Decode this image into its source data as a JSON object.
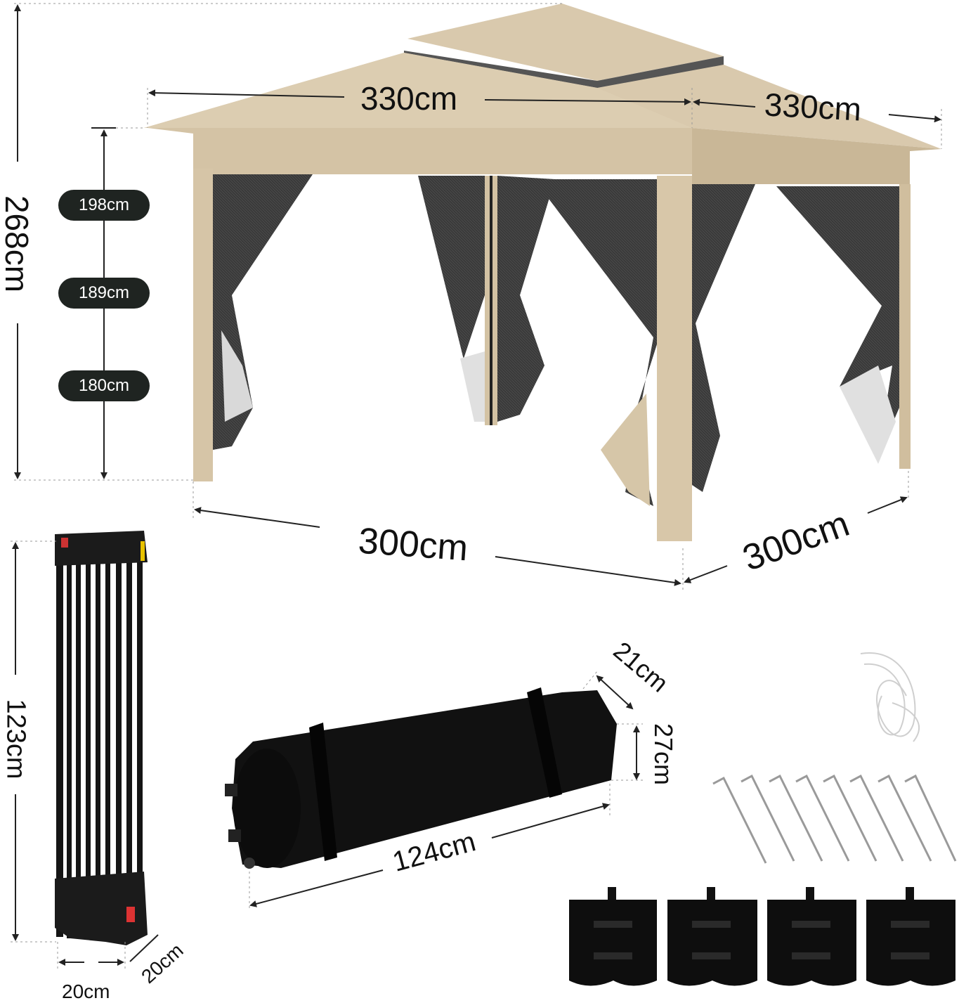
{
  "gazebo": {
    "roof_width": "330cm",
    "roof_depth": "330cm",
    "total_height": "268cm",
    "base_width": "300cm",
    "base_depth": "300cm",
    "heights": [
      "198cm",
      "189cm",
      "180cm"
    ]
  },
  "folded_frame": {
    "height": "123cm",
    "width": "20cm",
    "depth": "20cm"
  },
  "carry_bag": {
    "length": "124cm",
    "width": "21cm",
    "height": "27cm"
  },
  "accessories": {
    "stakes_count": 8,
    "sandbags_count": 4,
    "rope": "white-guy-rope"
  },
  "colors": {
    "canopy": "#d9c9ad",
    "canopy_shadow": "#c6b393",
    "mesh": "#2b2b2b",
    "frame": "#141414",
    "pill_bg": "#1f2421"
  }
}
